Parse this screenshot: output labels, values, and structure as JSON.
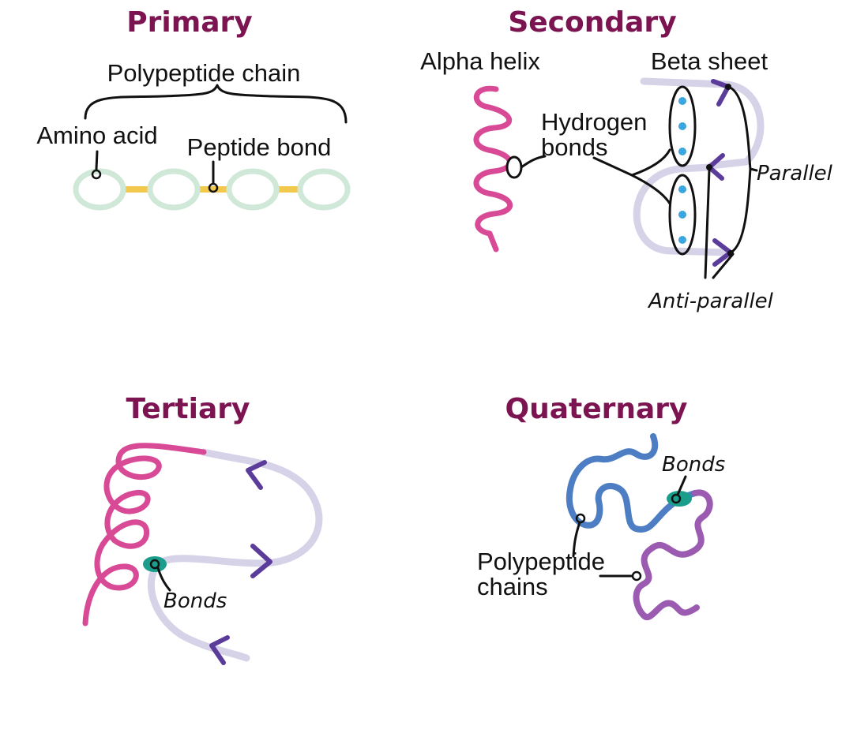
{
  "primary": {
    "title": "Primary",
    "chain_label": "Polypeptide chain",
    "amino_label": "Amino acid",
    "bond_label": "Peptide bond"
  },
  "secondary": {
    "title": "Secondary",
    "helix_label": "Alpha helix",
    "sheet_label": "Beta sheet",
    "hbond_label_1": "Hydrogen",
    "hbond_label_2": "bonds",
    "parallel_label": "Parallel",
    "antiparallel_label": "Anti-parallel"
  },
  "tertiary": {
    "title": "Tertiary",
    "bonds_label": "Bonds"
  },
  "quaternary": {
    "title": "Quaternary",
    "bonds_label": "Bonds",
    "chains_label_1": "Polypeptide",
    "chains_label_2": "chains"
  },
  "colors": {
    "title": "#7b1450",
    "amino_acid": "#cfe8d8",
    "peptide_bond": "#f2c94c",
    "helix": "#d94a96",
    "strand": "#d6d2e8",
    "arrow": "#5b3c9a",
    "hydrogen_dot": "#3aa6dd",
    "bond": "#1a9d8a",
    "chain_blue": "#4d7ec4",
    "chain_purple": "#9b5bb0"
  }
}
